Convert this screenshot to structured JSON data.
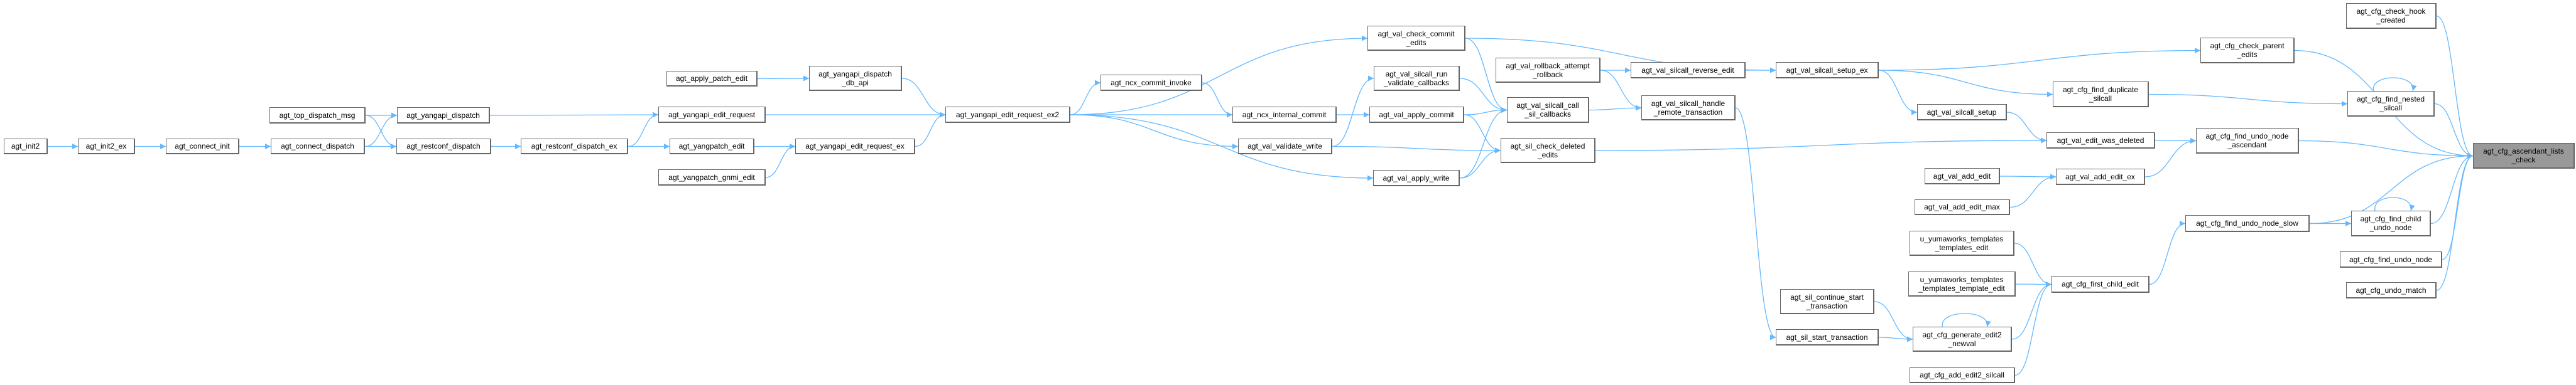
{
  "graph": {
    "type": "caller-graph",
    "edge_color": "#63b8ff",
    "highlight_color": "#999999",
    "nodes": [
      {
        "label": "agt_init2"
      },
      {
        "label": "agt_init2_ex"
      },
      {
        "label": "agt_connect_init"
      },
      {
        "label": "agt_connect_dispatch"
      },
      {
        "label": "agt_top_dispatch_msg"
      },
      {
        "label": "agt_yangapi_dispatch"
      },
      {
        "label": "agt_restconf_dispatch"
      },
      {
        "label": "agt_restconf_dispatch_ex"
      },
      {
        "label": "agt_apply_patch_edit"
      },
      {
        "label": "agt_yangapi_edit_request"
      },
      {
        "label": "agt_yangpatch_edit"
      },
      {
        "label": "agt_yangpatch_gnmi_edit"
      },
      {
        "label": "agt_yangapi_dispatch\n_db_api"
      },
      {
        "label": "agt_yangapi_edit_request_ex"
      },
      {
        "label": "agt_yangapi_edit_request_ex2"
      },
      {
        "label": "agt_ncx_commit_invoke"
      },
      {
        "label": "agt_ncx_internal_commit"
      },
      {
        "label": "agt_val_validate_write"
      },
      {
        "label": "agt_val_check_commit\n_edits"
      },
      {
        "label": "agt_val_silcall_run\n_validate_callbacks"
      },
      {
        "label": "agt_val_apply_commit"
      },
      {
        "label": "agt_val_apply_write"
      },
      {
        "label": "agt_val_silcall_call\n_sil_callbacks"
      },
      {
        "label": "agt_sil_check_deleted\n_edits"
      },
      {
        "label": "agt_val_rollback_attempt\n_rollback"
      },
      {
        "label": "agt_val_silcall_reverse_edit"
      },
      {
        "label": "agt_val_silcall_handle\n_remote_transaction"
      },
      {
        "label": "agt_val_silcall_setup_ex"
      },
      {
        "label": "agt_sil_continue_start\n_transaction"
      },
      {
        "label": "agt_sil_start_transaction"
      },
      {
        "label": "agt_val_silcall_setup"
      },
      {
        "label": "agt_val_add_edit"
      },
      {
        "label": "agt_val_add_edit_max"
      },
      {
        "label": "u_yumaworks_templates\n_templates_edit"
      },
      {
        "label": "u_yumaworks_templates\n_templates_template_edit"
      },
      {
        "label": "agt_cfg_generate_edit2\n_newval"
      },
      {
        "label": "agt_cfg_add_edit2_silcall"
      },
      {
        "label": "agt_cfg_check_hook\n_created"
      },
      {
        "label": "agt_cfg_check_parent\n_edits"
      },
      {
        "label": "agt_cfg_find_duplicate\n_silcall"
      },
      {
        "label": "agt_cfg_find_nested\n_silcall"
      },
      {
        "label": "agt_val_edit_was_deleted"
      },
      {
        "label": "agt_cfg_find_undo_node\n_ascendant"
      },
      {
        "label": "agt_val_add_edit_ex"
      },
      {
        "label": "agt_cfg_ascendant_lists\n_check",
        "highlighted": true
      },
      {
        "label": "agt_cfg_find_undo_node_slow"
      },
      {
        "label": "agt_cfg_find_child\n_undo_node"
      },
      {
        "label": "agt_cfg_find_undo_node"
      },
      {
        "label": "agt_cfg_undo_match"
      },
      {
        "label": "agt_cfg_first_child_edit"
      }
    ],
    "edges": [
      [
        0,
        1
      ],
      [
        1,
        2
      ],
      [
        2,
        3
      ],
      [
        3,
        5
      ],
      [
        3,
        6
      ],
      [
        4,
        5
      ],
      [
        4,
        6
      ],
      [
        5,
        9
      ],
      [
        6,
        7
      ],
      [
        7,
        9
      ],
      [
        7,
        10
      ],
      [
        8,
        12
      ],
      [
        12,
        14
      ],
      [
        9,
        14
      ],
      [
        10,
        13
      ],
      [
        11,
        13
      ],
      [
        13,
        14
      ],
      [
        14,
        18
      ],
      [
        14,
        15
      ],
      [
        14,
        16
      ],
      [
        14,
        17
      ],
      [
        14,
        21
      ],
      [
        15,
        16
      ],
      [
        16,
        20
      ],
      [
        17,
        19
      ],
      [
        17,
        23
      ],
      [
        20,
        22
      ],
      [
        20,
        23
      ],
      [
        21,
        22
      ],
      [
        21,
        23
      ],
      [
        19,
        22
      ],
      [
        18,
        22
      ],
      [
        18,
        27
      ],
      [
        24,
        25
      ],
      [
        24,
        26
      ],
      [
        25,
        27
      ],
      [
        22,
        26
      ],
      [
        26,
        29
      ],
      [
        27,
        38
      ],
      [
        27,
        39
      ],
      [
        27,
        30
      ],
      [
        30,
        41
      ],
      [
        23,
        41
      ],
      [
        41,
        42
      ],
      [
        31,
        43
      ],
      [
        32,
        43
      ],
      [
        43,
        42
      ],
      [
        33,
        49
      ],
      [
        34,
        49
      ],
      [
        35,
        49
      ],
      [
        35,
        35
      ],
      [
        36,
        49
      ],
      [
        28,
        35
      ],
      [
        29,
        35
      ],
      [
        49,
        45
      ],
      [
        45,
        46
      ],
      [
        45,
        44
      ],
      [
        46,
        46
      ],
      [
        46,
        44
      ],
      [
        39,
        40
      ],
      [
        40,
        40
      ],
      [
        40,
        44
      ],
      [
        38,
        44
      ],
      [
        37,
        44
      ],
      [
        42,
        44
      ],
      [
        47,
        44
      ],
      [
        48,
        44
      ]
    ]
  }
}
